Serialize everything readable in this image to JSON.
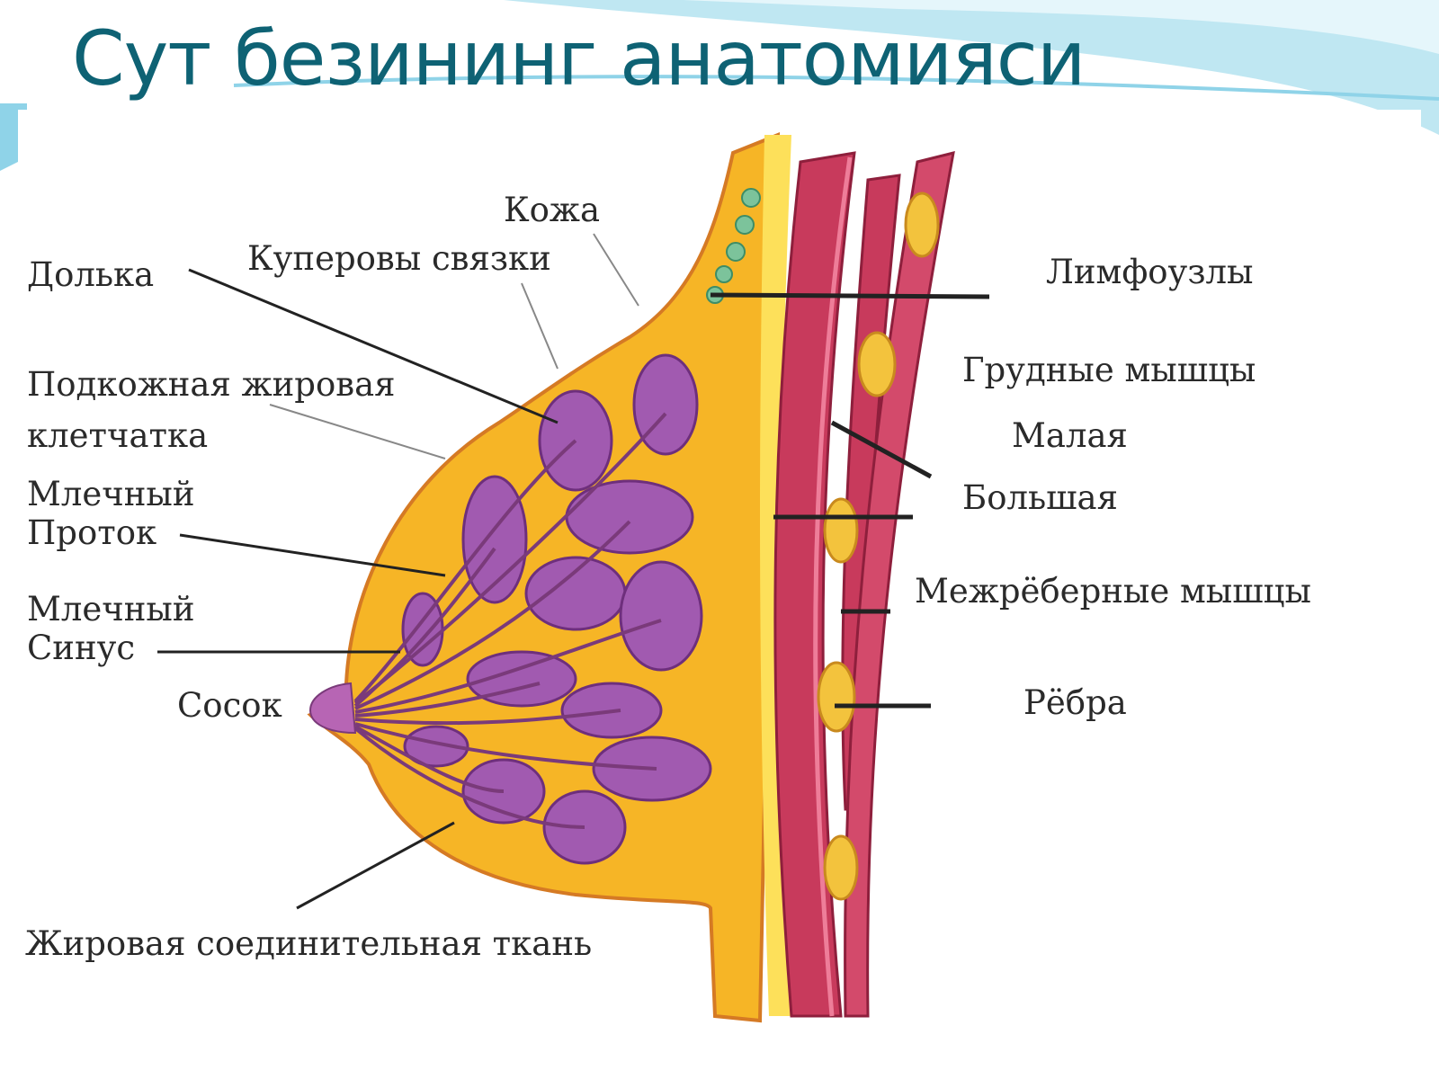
{
  "title": "Сут безининг анатомияси",
  "colors": {
    "title": "#0e6274",
    "fat": "#f6b526",
    "fat_light": "#fde05a",
    "lobule": "#a15ab0",
    "muscle": "#c83a5c",
    "muscle_light": "#ee7d99",
    "rib": "#f3c33d",
    "lymph": "#7cc39b",
    "wave": "#8fd3e8"
  },
  "labels": {
    "skin": "Кожа",
    "cooper": "Куперовы связки",
    "lobule": "Долька",
    "subcut_fat_1": "Подкожная жировая",
    "subcut_fat_2": "клетчатка",
    "duct_1": "Млечный",
    "duct_2": "Проток",
    "sinus_1": "Млечный",
    "sinus_2": "Синус",
    "nipple": "Сосок",
    "adipose": "Жировая соединительная ткань",
    "lymph": "Лимфоузлы",
    "pectoral": "Грудные мышцы",
    "minor": "Малая",
    "major": "Большая",
    "intercostal": "Межрёберные мышцы",
    "ribs": "Рёбра"
  }
}
